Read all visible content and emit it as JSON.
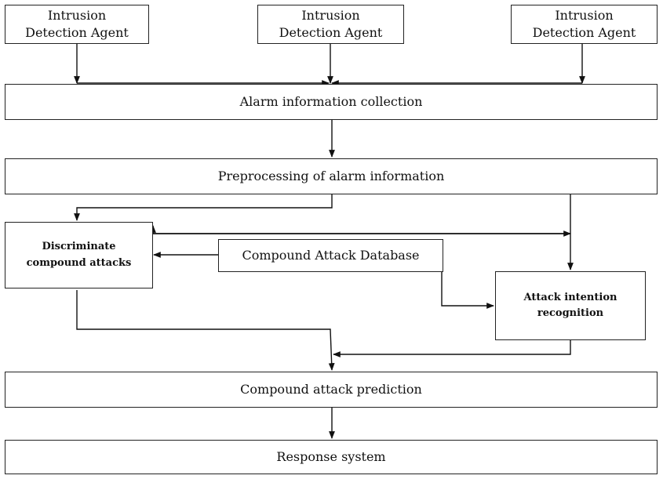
{
  "agents": [
    {
      "line1": "Intrusion",
      "line2": "Detection Agent"
    },
    {
      "line1": "Intrusion",
      "line2": "Detection Agent"
    },
    {
      "line1": "Intrusion",
      "line2": "Detection Agent"
    }
  ],
  "alarm_collection": "Alarm information collection",
  "preprocessing": "Preprocessing of alarm information",
  "discriminate": {
    "line1": "Discriminate",
    "line2": "compound attacks"
  },
  "database": "Compound Attack Database",
  "intention": {
    "line1": "Attack intention",
    "line2": "recognition"
  },
  "prediction": "Compound attack prediction",
  "response": "Response system"
}
